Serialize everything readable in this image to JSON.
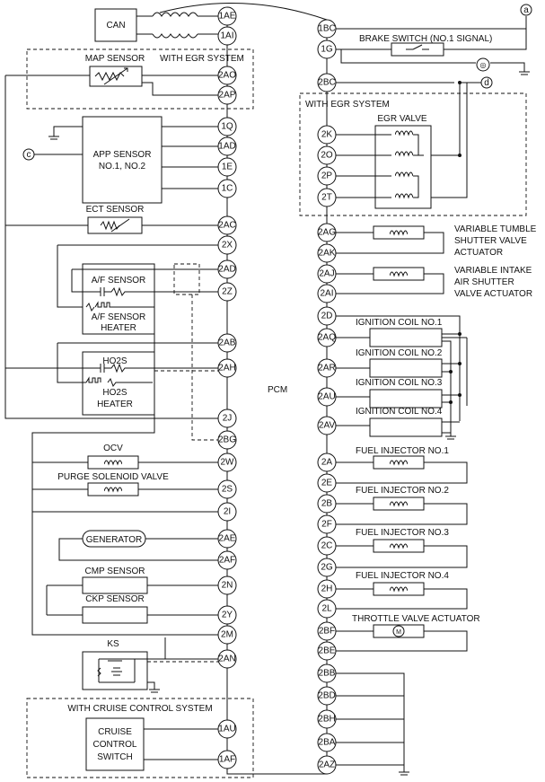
{
  "pcm_label": "PCM",
  "left_pins": [
    {
      "id": "1AE",
      "label": "1AE"
    },
    {
      "id": "1AI",
      "label": "1AI"
    },
    {
      "id": "2AO",
      "label": "2AO"
    },
    {
      "id": "2AP",
      "label": "2AP"
    },
    {
      "id": "1Q",
      "label": "1Q"
    },
    {
      "id": "1AD",
      "label": "1AD"
    },
    {
      "id": "1E",
      "label": "1E"
    },
    {
      "id": "1C",
      "label": "1C"
    },
    {
      "id": "2AC",
      "label": "2AC"
    },
    {
      "id": "2X",
      "label": "2X"
    },
    {
      "id": "2AD",
      "label": "2AD"
    },
    {
      "id": "2Z",
      "label": "2Z"
    },
    {
      "id": "2AB",
      "label": "2AB"
    },
    {
      "id": "2AH",
      "label": "2AH"
    },
    {
      "id": "2J",
      "label": "2J"
    },
    {
      "id": "2BG",
      "label": "2BG"
    },
    {
      "id": "2W",
      "label": "2W"
    },
    {
      "id": "2S",
      "label": "2S"
    },
    {
      "id": "2I",
      "label": "2I"
    },
    {
      "id": "2AE",
      "label": "2AE"
    },
    {
      "id": "2AF",
      "label": "2AF"
    },
    {
      "id": "2N",
      "label": "2N"
    },
    {
      "id": "2Y",
      "label": "2Y"
    },
    {
      "id": "2M",
      "label": "2M"
    },
    {
      "id": "2AN",
      "label": "2AN"
    },
    {
      "id": "1AU",
      "label": "1AU"
    },
    {
      "id": "1AF",
      "label": "1AF"
    }
  ],
  "right_pins": [
    {
      "id": "1BC",
      "label": "1BC"
    },
    {
      "id": "1G",
      "label": "1G"
    },
    {
      "id": "2BC",
      "label": "2BC"
    },
    {
      "id": "2K",
      "label": "2K"
    },
    {
      "id": "2O",
      "label": "2O"
    },
    {
      "id": "2P",
      "label": "2P"
    },
    {
      "id": "2T",
      "label": "2T"
    },
    {
      "id": "2AG",
      "label": "2AG"
    },
    {
      "id": "2AK",
      "label": "2AK"
    },
    {
      "id": "2AJ",
      "label": "2AJ"
    },
    {
      "id": "2AI",
      "label": "2AI"
    },
    {
      "id": "2D",
      "label": "2D"
    },
    {
      "id": "2AQ",
      "label": "2AQ"
    },
    {
      "id": "2AR",
      "label": "2AR"
    },
    {
      "id": "2AU",
      "label": "2AU"
    },
    {
      "id": "2AV",
      "label": "2AV"
    },
    {
      "id": "2A",
      "label": "2A"
    },
    {
      "id": "2E",
      "label": "2E"
    },
    {
      "id": "2B",
      "label": "2B"
    },
    {
      "id": "2F",
      "label": "2F"
    },
    {
      "id": "2C",
      "label": "2C"
    },
    {
      "id": "2G",
      "label": "2G"
    },
    {
      "id": "2H",
      "label": "2H"
    },
    {
      "id": "2L",
      "label": "2L"
    },
    {
      "id": "2BF",
      "label": "2BF"
    },
    {
      "id": "2BE",
      "label": "2BE"
    },
    {
      "id": "2BB",
      "label": "2BB"
    },
    {
      "id": "2BD",
      "label": "2BD"
    },
    {
      "id": "2BH",
      "label": "2BH"
    },
    {
      "id": "2BA",
      "label": "2BA"
    },
    {
      "id": "2AZ",
      "label": "2AZ"
    }
  ],
  "labels": {
    "can": "CAN",
    "with_egr_system": "WITH EGR SYSTEM",
    "map_sensor": "MAP SENSOR",
    "app_sensor_1": "APP SENSOR",
    "app_sensor_2": "NO.1, NO.2",
    "ect_sensor": "ECT SENSOR",
    "af_sensor": "A/F SENSOR",
    "af_sensor_heater_1": "A/F SENSOR",
    "af_sensor_heater_2": "HEATER",
    "ho2s": "HO2S",
    "ho2s_heater_1": "HO2S",
    "ho2s_heater_2": "HEATER",
    "ocv": "OCV",
    "purge_solenoid_valve": "PURGE SOLENOID VALVE",
    "generator": "GENERATOR",
    "cmp_sensor": "CMP SENSOR",
    "ckp_sensor": "CKP SENSOR",
    "ks": "KS",
    "with_cruise_control_system": "WITH CRUISE CONTROL SYSTEM",
    "cruise_1": "CRUISE",
    "cruise_2": "CONTROL",
    "cruise_3": "SWITCH",
    "brake_switch": "BRAKE SWITCH (NO.1 SIGNAL)",
    "with_egr_system_right": "WITH EGR SYSTEM",
    "egr_valve": "EGR VALVE",
    "vtsv_1": "VARIABLE TUMBLE",
    "vtsv_2": "SHUTTER VALVE",
    "vtsv_3": "ACTUATOR",
    "visv_1": "VARIABLE INTAKE",
    "visv_2": "AIR SHUTTER",
    "visv_3": "VALVE ACTUATOR",
    "ign_1": "IGNITION COIL NO.1",
    "ign_2": "IGNITION COIL NO.2",
    "ign_3": "IGNITION COIL NO.3",
    "ign_4": "IGNITION COIL NO.4",
    "inj_1": "FUEL INJECTOR NO.1",
    "inj_2": "FUEL INJECTOR NO.2",
    "inj_3": "FUEL INJECTOR NO.3",
    "inj_4": "FUEL INJECTOR NO.4",
    "throttle_valve_actuator": "THROTTLE VALVE ACTUATOR",
    "conn_a": "a",
    "conn_c": "c",
    "conn_d": "d"
  }
}
